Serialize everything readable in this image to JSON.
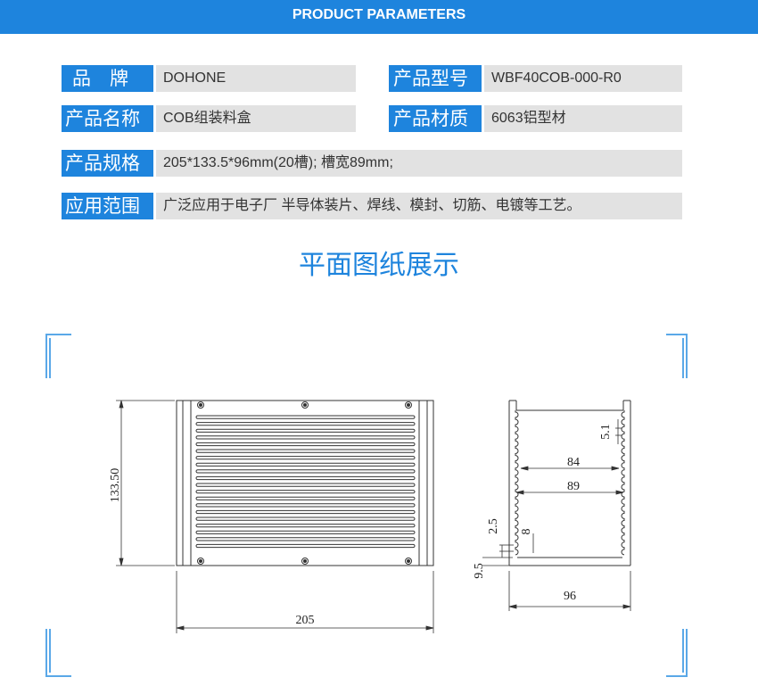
{
  "banner": {
    "title": "PRODUCT PARAMETERS"
  },
  "params": {
    "brand_label": "品　牌",
    "brand_value": "DOHONE",
    "model_label": "产品型号",
    "model_value": "WBF40COB-000-R0",
    "name_label": "产品名称",
    "name_value": "COB组装料盒",
    "material_label": "产品材质",
    "material_value": "6063铝型材",
    "spec_label": "产品规格",
    "spec_value": "205*133.5*96mm(20槽); 槽宽89mm;",
    "usage_label": "应用范围",
    "usage_value": "广泛应用于电子厂 半导体装片、焊线、模封、切筋、电镀等工艺。"
  },
  "section_title": "平面图纸展示",
  "drawing": {
    "front_height": "133.50",
    "front_width": "205",
    "side_pitch": "5.1",
    "side_inner_width": "84",
    "side_slot_width": "89",
    "side_slot_depth": "2.5",
    "side_gap": "8",
    "side_bottom": "9.5",
    "side_width": "96"
  },
  "colors": {
    "accent": "#1e84dd",
    "field_bg": "#e2e2e2",
    "frame": "#5aa8e8"
  }
}
